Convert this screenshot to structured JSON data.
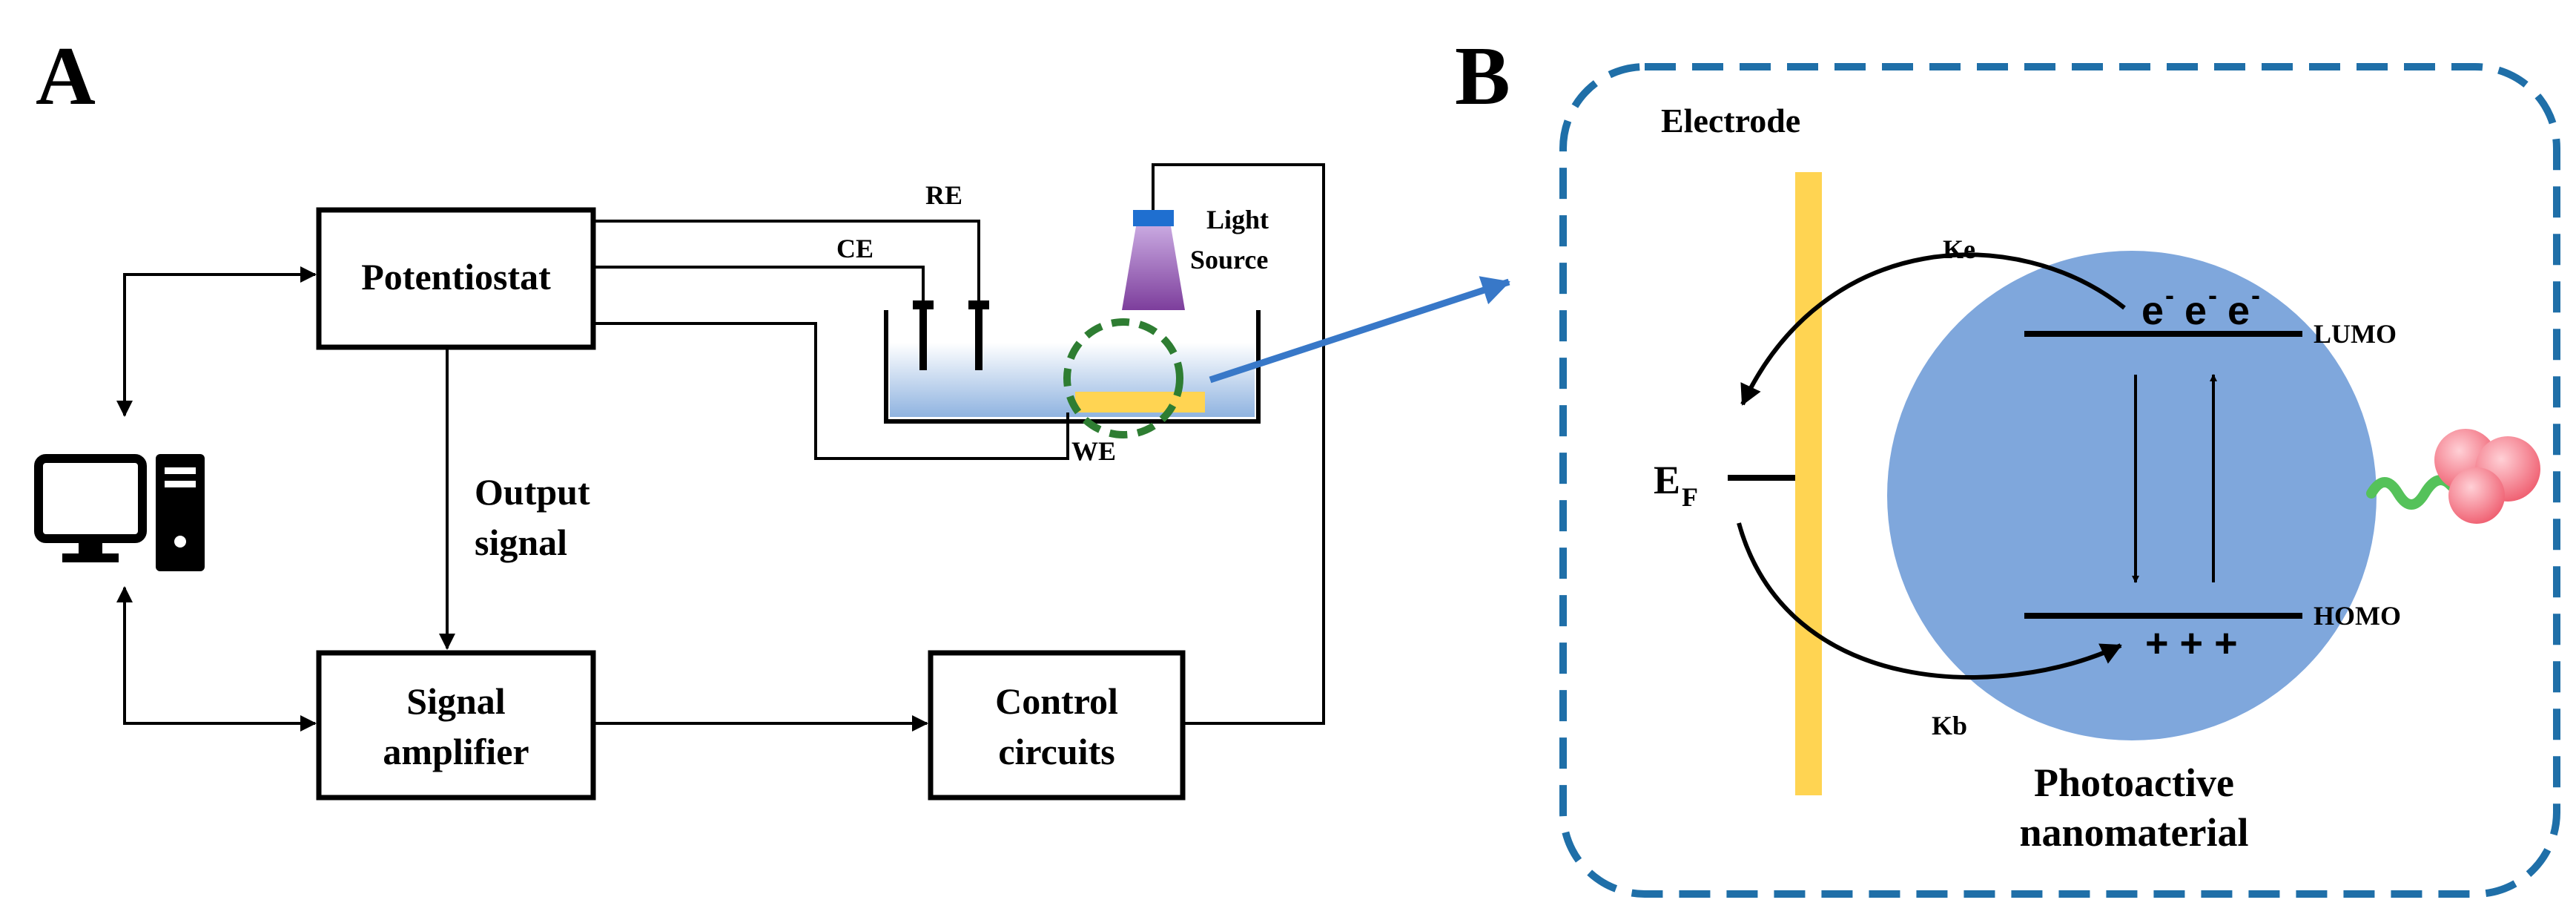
{
  "panel_a": {
    "letter": "A",
    "potentiostat": "Potentiostat",
    "signal_amplifier": [
      "Signal",
      "amplifier"
    ],
    "control_circuits": [
      "Control",
      "circuits"
    ],
    "output_signal": [
      "Output",
      "signal"
    ],
    "re": "RE",
    "ce": "CE",
    "we": "WE",
    "light_source": [
      "Light",
      "Source"
    ]
  },
  "panel_b": {
    "letter": "B",
    "electrode": "Electrode",
    "ke": "Ke",
    "kb": "Kb",
    "ef_main": "E",
    "ef_sub": "F",
    "lumo": "LUMO",
    "homo": "HOMO",
    "electrons": [
      "e",
      "e",
      "e"
    ],
    "electron_sup": "-",
    "holes": "+ + +",
    "material": [
      "Photoactive",
      "nanomaterial"
    ]
  },
  "colors": {
    "electrode": "#ffd452",
    "nanoparticle": "#7fa7dc",
    "dashed_border": "#1f6fa8",
    "callout_arrow": "#3878c8",
    "we_circle": "#2e7d32",
    "light_cone": "#8b4aa8",
    "biomolecule": "#f06a7a",
    "linker": "#55c25a"
  }
}
